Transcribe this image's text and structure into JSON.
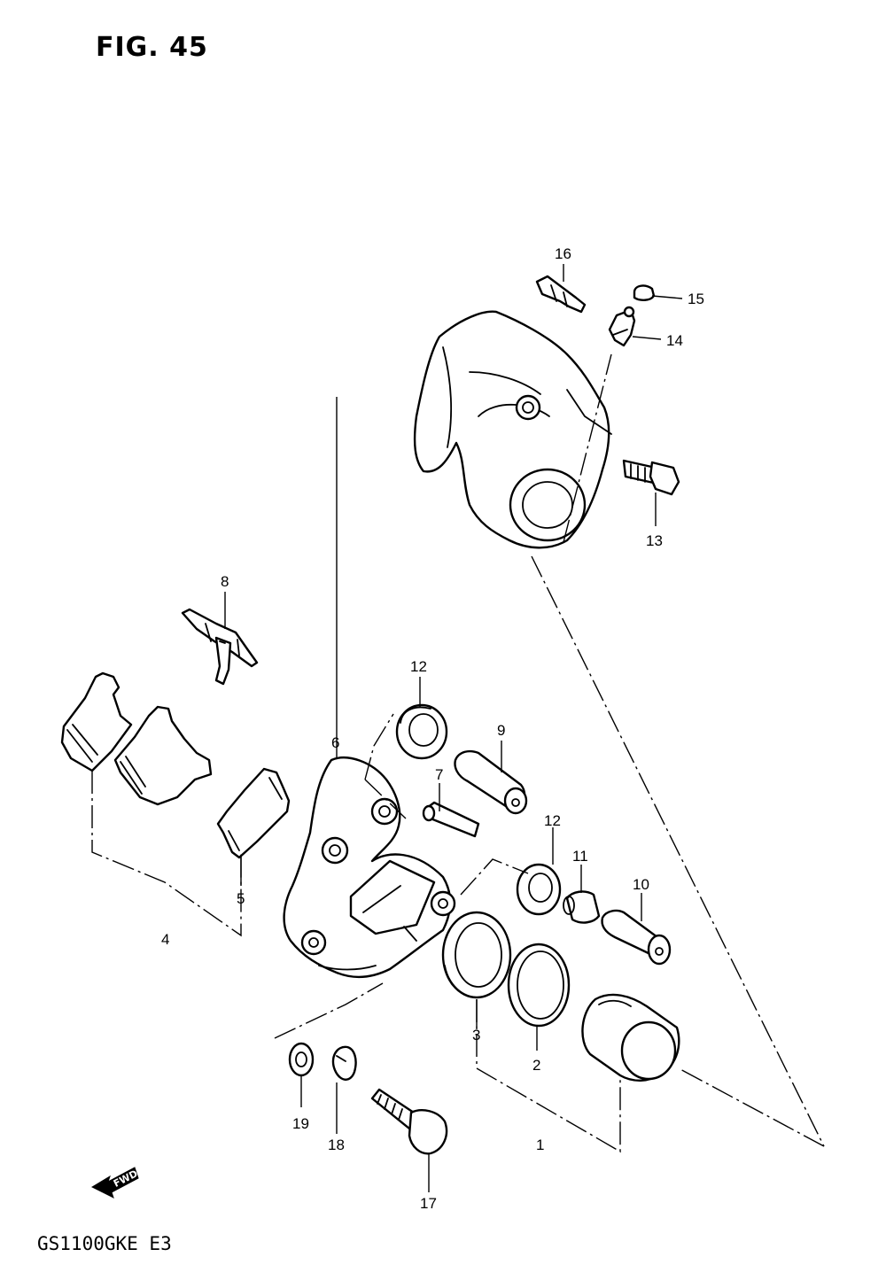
{
  "figure": {
    "title": "FIG. 45"
  },
  "model_code": "GS1100GKE E3",
  "fwd_arrow_label": "FWD",
  "callouts": [
    {
      "id": "c1",
      "label": "1"
    },
    {
      "id": "c2",
      "label": "2"
    },
    {
      "id": "c3",
      "label": "3"
    },
    {
      "id": "c4",
      "label": "4"
    },
    {
      "id": "c5",
      "label": "5"
    },
    {
      "id": "c6",
      "label": "6"
    },
    {
      "id": "c7",
      "label": "7"
    },
    {
      "id": "c8",
      "label": "8"
    },
    {
      "id": "c9",
      "label": "9"
    },
    {
      "id": "c10",
      "label": "10"
    },
    {
      "id": "c11",
      "label": "11"
    },
    {
      "id": "c12a",
      "label": "12"
    },
    {
      "id": "c12b",
      "label": "12"
    },
    {
      "id": "c13",
      "label": "13"
    },
    {
      "id": "c14",
      "label": "14"
    },
    {
      "id": "c15",
      "label": "15"
    },
    {
      "id": "c16",
      "label": "16"
    },
    {
      "id": "c17",
      "label": "17"
    },
    {
      "id": "c18",
      "label": "18"
    },
    {
      "id": "c19",
      "label": "19"
    }
  ]
}
